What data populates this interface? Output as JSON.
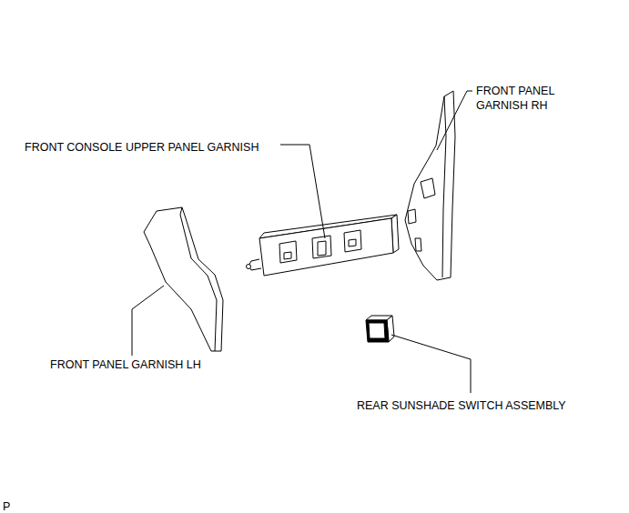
{
  "diagram": {
    "labels": [
      "FRONT PANEL GARNISH RH",
      "FRONT CONSOLE UPPER PANEL GARNISH",
      "FRONT PANEL GARNISH LH",
      "REAR SUNSHADE SWITCH ASSEMBLY",
      "P"
    ]
  }
}
